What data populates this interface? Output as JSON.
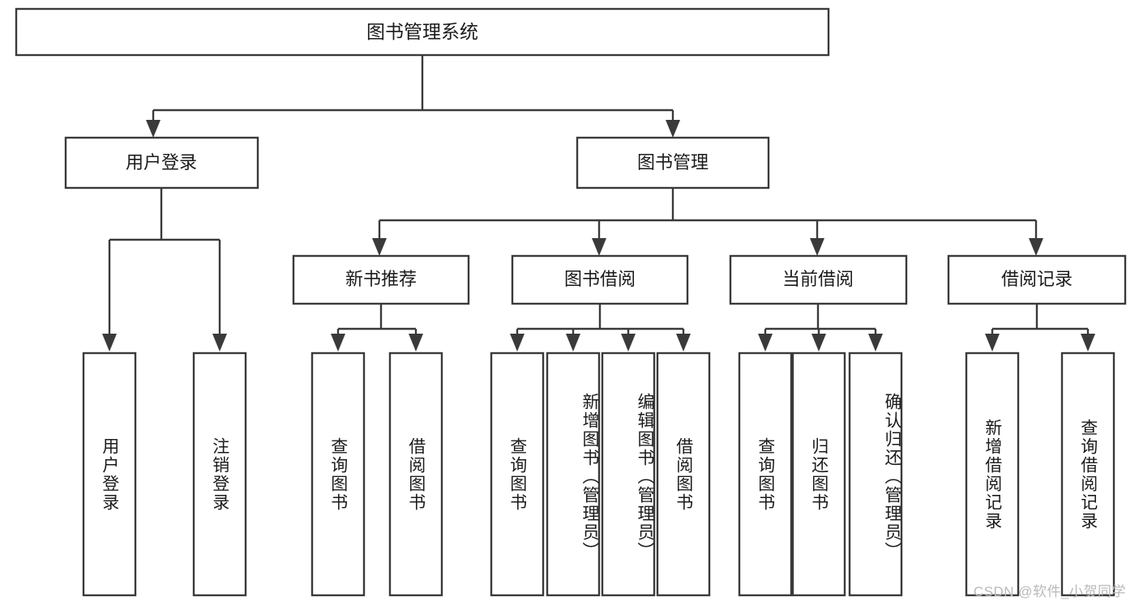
{
  "diagram": {
    "title": "图书管理系统",
    "type": "tree-hierarchy-diagram",
    "colors": {
      "box_stroke": "#3a3a3a",
      "box_fill": "#ffffff",
      "text": "#1b1b1b",
      "connector": "#3a3a3a",
      "watermark": "#b9b9b9"
    },
    "root": {
      "label": "图书管理系统"
    },
    "level2": [
      {
        "label": "用户登录"
      },
      {
        "label": "图书管理"
      }
    ],
    "level3": [
      {
        "label": "新书推荐"
      },
      {
        "label": "图书借阅"
      },
      {
        "label": "当前借阅"
      },
      {
        "label": "借阅记录"
      }
    ],
    "leaves": {
      "user_login": [
        {
          "label": "用户登录"
        },
        {
          "label": "注销登录"
        }
      ],
      "new_book_recommend": [
        {
          "label": "查询图书"
        },
        {
          "label": "借阅图书"
        }
      ],
      "book_borrow": [
        {
          "label": "查询图书"
        },
        {
          "label": "新增图书（管理员）"
        },
        {
          "label": "编辑图书（管理员）"
        },
        {
          "label": "借阅图书"
        }
      ],
      "current_borrow": [
        {
          "label": "查询图书"
        },
        {
          "label": "归还图书"
        },
        {
          "label": "确认归还（管理员）"
        }
      ],
      "borrow_records": [
        {
          "label": "新增借阅记录"
        },
        {
          "label": "查询借阅记录"
        }
      ]
    }
  },
  "watermark": {
    "text": "CSDN @软件_小贺同学"
  }
}
